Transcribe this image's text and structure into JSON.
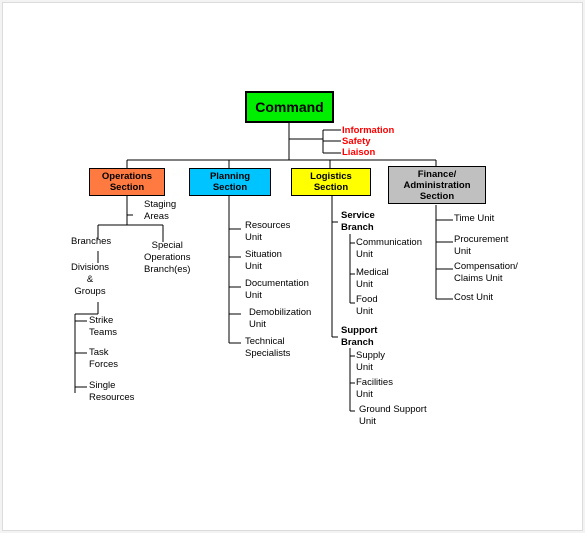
{
  "command": "Command",
  "command_staff": [
    "Information",
    "Safety",
    "Liaison"
  ],
  "sections": {
    "operations": "Operations\nSection",
    "planning": "Planning\nSection",
    "logistics": "Logistics\nSection",
    "finance": "Finance/\nAdministration\nSection"
  },
  "colors": {
    "command": "#00ee00",
    "operations": "#ff7a40",
    "planning": "#00c4ff",
    "logistics": "#ffff00",
    "finance": "#c0c0c0",
    "staff_text": "#ff0000"
  },
  "operations": {
    "staging_areas": "Staging\nAreas",
    "branches": "Branches",
    "special_operations": "Special\nOperations\nBranch(es)",
    "divisions_groups": "Divisions\n&\nGroups",
    "strike_teams": "Strike\nTeams",
    "task_forces": "Task\nForces",
    "single_resources": "Single\nResources"
  },
  "planning": {
    "resources_unit": "Resources\nUnit",
    "situation_unit": "Situation\nUnit",
    "documentation_unit": "Documentation\nUnit",
    "demobilization_unit": "Demobilization\nUnit",
    "technical_specialists": "Technical\nSpecialists"
  },
  "logistics": {
    "service_branch": "Service\nBranch",
    "communication_unit": "Communication\nUnit",
    "medical_unit": "Medical\nUnit",
    "food_unit": "Food\nUnit",
    "support_branch": "Support\nBranch",
    "supply_unit": "Supply\nUnit",
    "facilities_unit": "Facilities\nUnit",
    "ground_support_unit": "Ground Support\nUnit"
  },
  "finance": {
    "time_unit": "Time Unit",
    "procurement_unit": "Procurement\nUnit",
    "compensation_claims_unit": "Compensation/\nClaims Unit",
    "cost_unit": "Cost Unit"
  }
}
